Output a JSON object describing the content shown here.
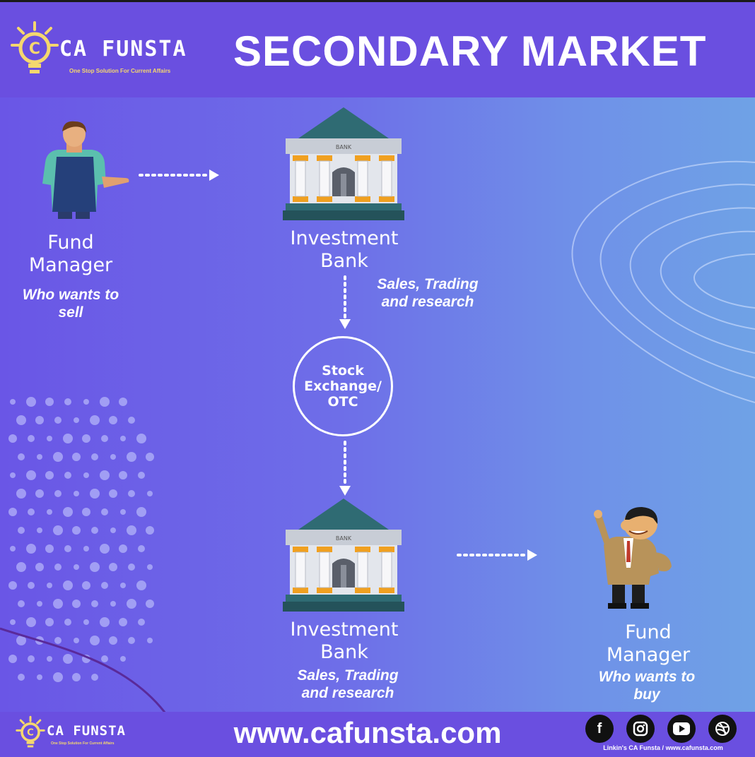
{
  "header": {
    "logo_name": "CA FUNSTA",
    "logo_tagline": "One Stop Solution For Current Affairs",
    "title": "SECONDARY MARKET"
  },
  "diagram": {
    "seller": {
      "label_line1": "Fund",
      "label_line2": "Manager",
      "sub_line1": "Who wants to",
      "sub_line2": "sell",
      "icon": "seller-person-icon"
    },
    "bank_top": {
      "label_line1": "Investment",
      "label_line2": "Bank",
      "sub_line1": "Sales, Trading",
      "sub_line2": "and research",
      "sign": "BANK",
      "icon": "bank-building-icon"
    },
    "exchange": {
      "line1": "Stock",
      "line2": "Exchange/",
      "line3": "OTC"
    },
    "bank_bottom": {
      "label_line1": "Investment",
      "label_line2": "Bank",
      "sub_line1": "Sales, Trading",
      "sub_line2": "and research",
      "sign": "BANK",
      "icon": "bank-building-icon"
    },
    "buyer": {
      "label_line1": "Fund",
      "label_line2": "Manager",
      "sub_line1": "Who wants to",
      "sub_line2": "buy",
      "icon": "buyer-person-icon"
    }
  },
  "footer": {
    "logo_name": "CA FUNSTA",
    "logo_tagline": "One Stop Solution For Current Affairs",
    "website": "www.cafunsta.com",
    "social_icons": [
      "facebook-icon",
      "instagram-icon",
      "youtube-icon",
      "dribbble-icon"
    ],
    "social_caption": "Linkin's CA Funsta / www.cafunsta.com"
  },
  "colors": {
    "background_left": "#6a56e6",
    "background_right": "#6fa2e6",
    "header_bar": "#6a4fe0",
    "bank_roof": "#2f6b73",
    "bank_accent": "#f0a020",
    "logo_yellow": "#f5d76e"
  }
}
